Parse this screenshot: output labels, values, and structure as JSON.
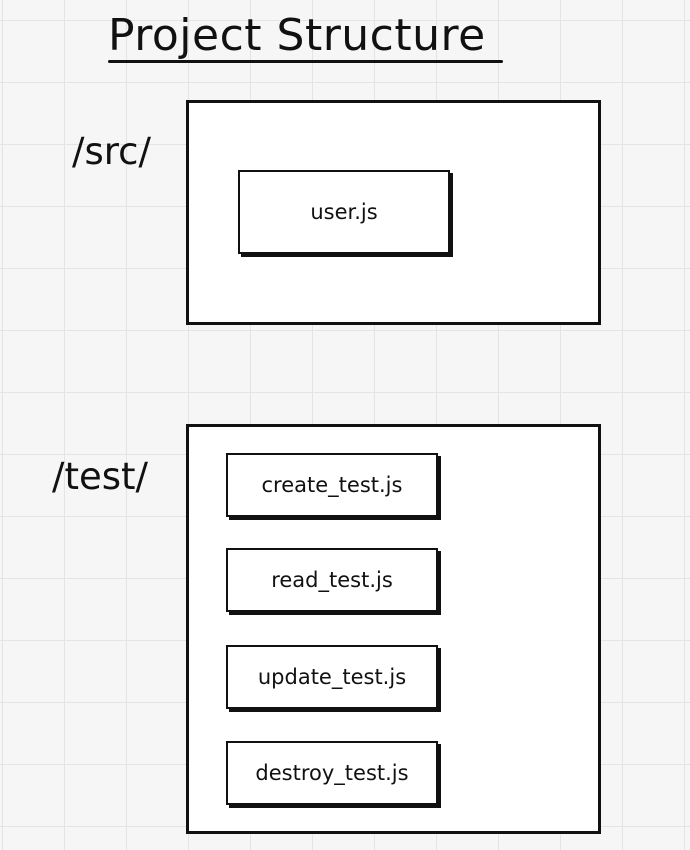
{
  "title": "Project Structure",
  "folders": [
    {
      "label": "/src/",
      "files": [
        "user.js"
      ]
    },
    {
      "label": "/test/",
      "files": [
        "create_test.js",
        "read_test.js",
        "update_test.js",
        "destroy_test.js"
      ]
    }
  ]
}
